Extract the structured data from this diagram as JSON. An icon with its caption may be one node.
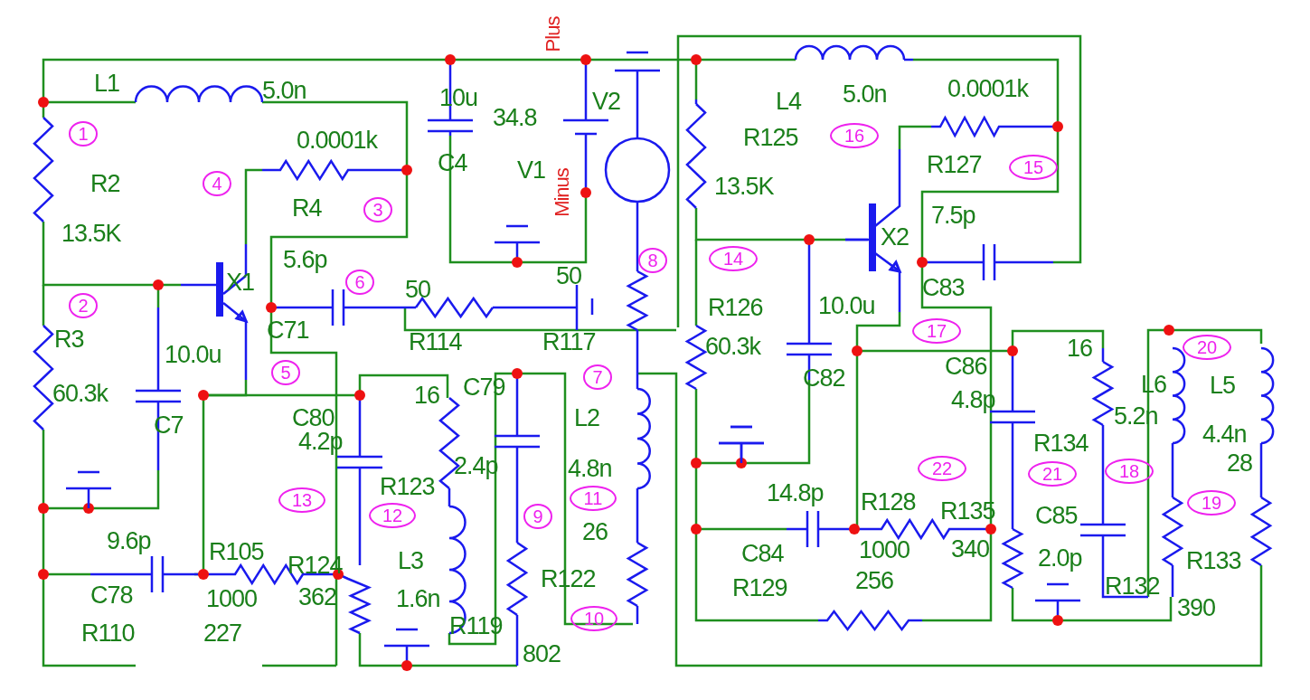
{
  "diagram": {
    "nodes": [
      {
        "text": [
          "1"
        ]
      },
      {
        "text": [
          "2"
        ]
      },
      {
        "text": [
          "3"
        ]
      },
      {
        "text": [
          "4"
        ]
      },
      {
        "text": [
          "5"
        ]
      },
      {
        "text": [
          "6"
        ]
      },
      {
        "text": [
          "7"
        ]
      },
      {
        "text": [
          "8"
        ]
      },
      {
        "text": [
          "9"
        ]
      },
      {
        "text": [
          "10"
        ]
      },
      {
        "text": [
          "11"
        ]
      },
      {
        "text": [
          "12"
        ]
      },
      {
        "text": [
          "13"
        ]
      },
      {
        "text": [
          "14"
        ]
      },
      {
        "text": [
          "15"
        ]
      },
      {
        "text": [
          "16"
        ]
      },
      {
        "text": [
          "17"
        ]
      },
      {
        "text": [
          "18"
        ]
      },
      {
        "text": [
          "19"
        ]
      },
      {
        "text": [
          "20"
        ]
      },
      {
        "text": [
          "21"
        ]
      },
      {
        "text": [
          "22"
        ]
      }
    ],
    "labels": [
      "L1",
      "5.0n",
      "10u",
      "34.8",
      "Plus",
      "V2",
      "L4",
      "5.0n",
      "0.0001k",
      "0.0001k",
      "R125",
      "C4",
      "V1",
      "Minus",
      "R127",
      "R2",
      "R4",
      "13.5K",
      "13.5K",
      "5.6p",
      "7.5p",
      "X2",
      "X1",
      "50",
      "50",
      "C71",
      "R114",
      "R117",
      "R126",
      "C83",
      "10.0u",
      "R3",
      "10.0u",
      "60.3k",
      "60.3k",
      "C80",
      "4.2p",
      "16",
      "C79",
      "2.4p",
      "L2",
      "4.8n",
      "C82",
      "C7",
      "16",
      "C86",
      "4.8p",
      "L6",
      "5.2n",
      "L5",
      "4.4n",
      "R134",
      "R123",
      "14.8p",
      "R128",
      "R135",
      "28",
      "C85",
      "9.6p",
      "R105",
      "R124",
      "L3",
      "26",
      "R122",
      "1.6n",
      "C84",
      "1000",
      "340",
      "2.0p",
      "R129",
      "256",
      "R133",
      "R132",
      "390",
      "C78",
      "1000",
      "362",
      "R119",
      "R110",
      "227",
      "802"
    ]
  }
}
